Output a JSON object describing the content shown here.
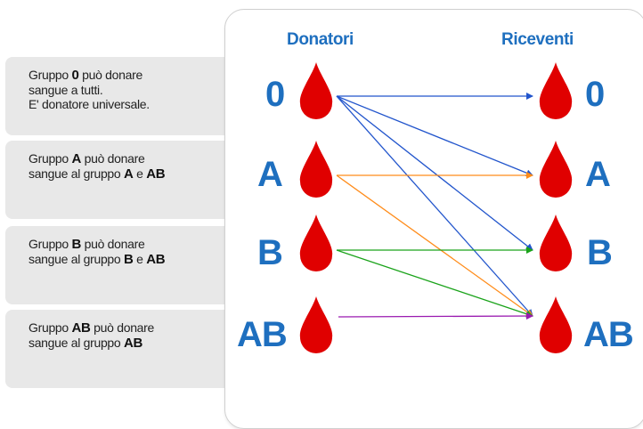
{
  "info_boxes": [
    {
      "line1_pre": "Gruppo ",
      "group": "0",
      "line1_post": " può donare",
      "line2": "sangue a tutti.",
      "line3": "E' donatore universale."
    },
    {
      "line1_pre": "Gruppo ",
      "group": "A",
      "line1_post": " può donare",
      "line2_pre": "sangue al  gruppo ",
      "target_a": "A",
      "conj": " e ",
      "target_b": "AB"
    },
    {
      "line1_pre": "Gruppo ",
      "group": "B",
      "line1_post": " può donare",
      "line2_pre": "sangue al  gruppo ",
      "target_a": "B",
      "conj": " e ",
      "target_b": "AB"
    },
    {
      "line1_pre": "Gruppo ",
      "group": "AB",
      "line1_post": " può donare",
      "line2_pre": "sangue al  gruppo ",
      "target_a": "AB"
    }
  ],
  "headers": {
    "donors": "Donatori",
    "recipients": "Riceventi"
  },
  "blood_groups": [
    "0",
    "A",
    "B",
    "AB"
  ],
  "donations": [
    {
      "from": "0",
      "to": "0",
      "color": "#2255cc"
    },
    {
      "from": "0",
      "to": "A",
      "color": "#2255cc"
    },
    {
      "from": "0",
      "to": "B",
      "color": "#2255cc"
    },
    {
      "from": "0",
      "to": "AB",
      "color": "#2255cc"
    },
    {
      "from": "A",
      "to": "A",
      "color": "#ff8c1a"
    },
    {
      "from": "A",
      "to": "AB",
      "color": "#ff8c1a"
    },
    {
      "from": "B",
      "to": "B",
      "color": "#1aa31a"
    },
    {
      "from": "B",
      "to": "AB",
      "color": "#1aa31a"
    },
    {
      "from": "AB",
      "to": "AB",
      "color": "#9a1ab0"
    }
  ],
  "colors": {
    "drop": "#e00000",
    "letters": "#1e6fbf",
    "panel": "#e8e8e8"
  }
}
